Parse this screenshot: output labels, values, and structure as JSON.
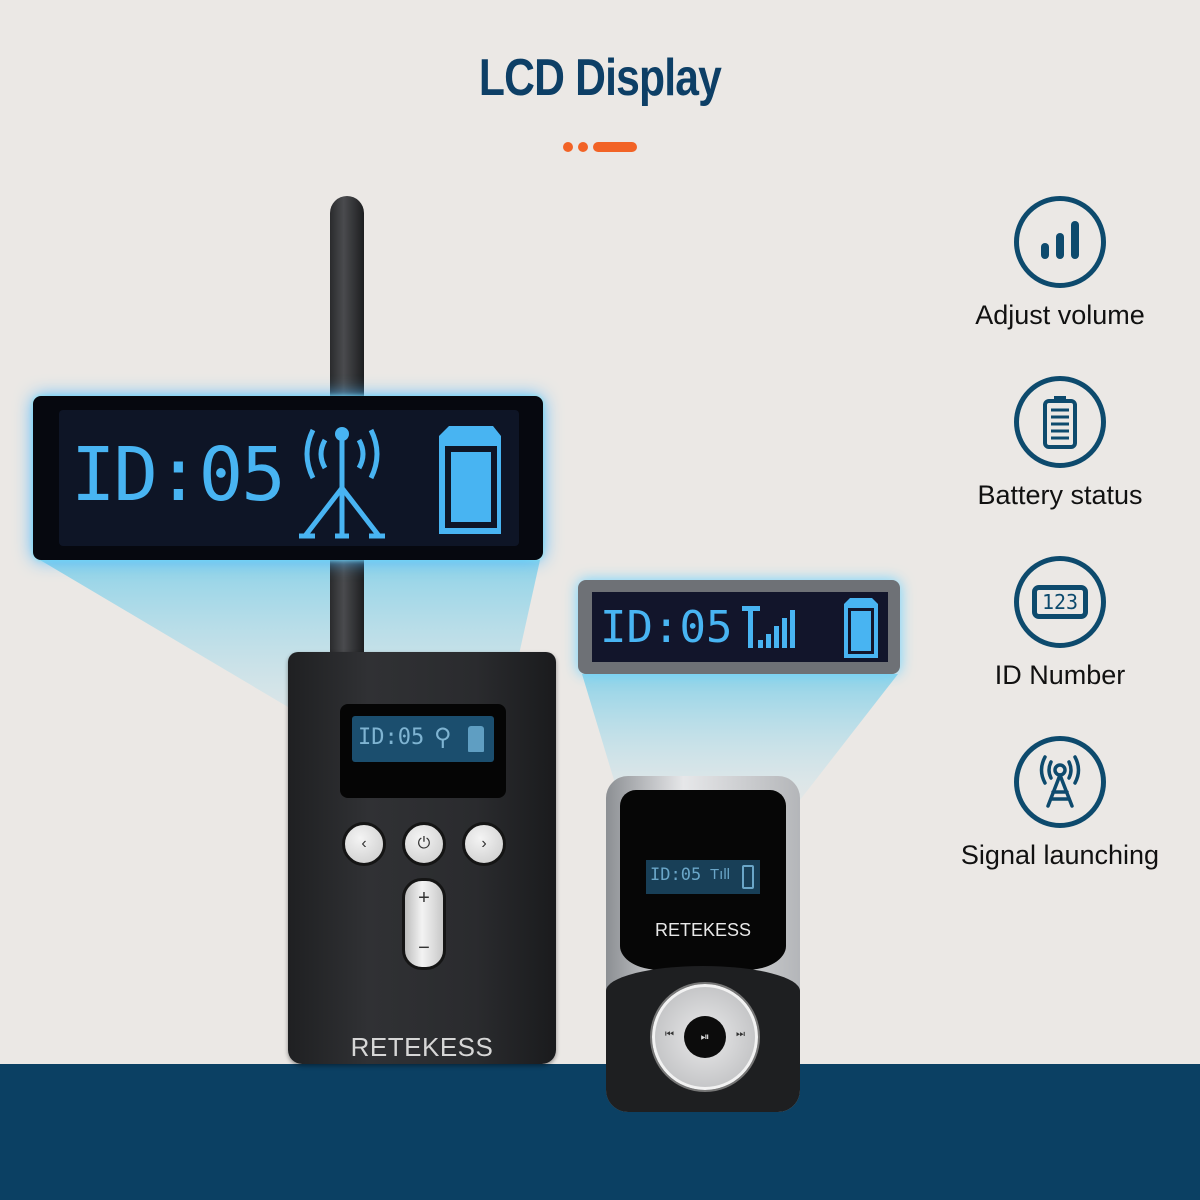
{
  "header": {
    "title": "LCD Display"
  },
  "colors": {
    "title": "#0d3f66",
    "accent": "#f26326",
    "icon_stroke": "#0d4a6d",
    "lcd_text": "#48b4f2",
    "band": "#0b4063",
    "background": "#ebe8e5"
  },
  "features": [
    {
      "icon": "volume-bars-icon",
      "label": "Adjust volume"
    },
    {
      "icon": "battery-icon",
      "label": "Battery status"
    },
    {
      "icon": "id-number-icon",
      "label": "ID Number",
      "icon_text": "123"
    },
    {
      "icon": "signal-tower-icon",
      "label": "Signal launching"
    }
  ],
  "transmitter_lcd_zoom": {
    "id_text": "ID:05",
    "icons": [
      "signal-tower-icon",
      "battery-icon"
    ]
  },
  "receiver_lcd_zoom": {
    "id_text": "ID:05",
    "icons": [
      "signal-strength-icon",
      "battery-icon"
    ]
  },
  "transmitter": {
    "lcd_id": "ID:05",
    "buttons": {
      "prev": "‹",
      "power": "⏻",
      "next": "›",
      "vol_up": "+",
      "vol_down": "−"
    },
    "brand": "RETEKESS"
  },
  "receiver": {
    "lcd_id": "ID:05",
    "brand": "RETEKESS",
    "buttons": {
      "prev": "⏮",
      "play_pause": "⏯",
      "next": "⏭"
    }
  }
}
